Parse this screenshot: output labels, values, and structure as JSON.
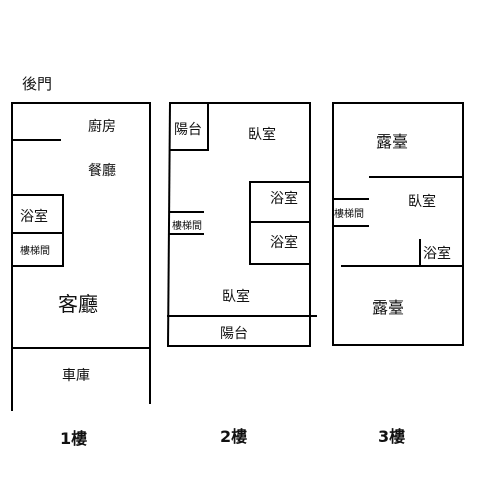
{
  "back_door": "後門",
  "floor1": {
    "caption": "1樓",
    "kitchen": "廚房",
    "dining": "餐廳",
    "bathroom": "浴室",
    "stairs": "樓梯間",
    "living": "客廳",
    "garage": "車庫"
  },
  "floor2": {
    "caption": "2樓",
    "balcony_top": "陽台",
    "bedroom_top": "臥室",
    "bathroom_1": "浴室",
    "bathroom_2": "浴室",
    "stairs": "樓梯間",
    "bedroom_bottom": "臥室",
    "balcony_bottom": "陽台"
  },
  "floor3": {
    "caption": "3樓",
    "terrace_top": "露臺",
    "stairs": "樓梯間",
    "bedroom": "臥室",
    "bathroom": "浴室",
    "terrace_bottom": "露臺"
  }
}
